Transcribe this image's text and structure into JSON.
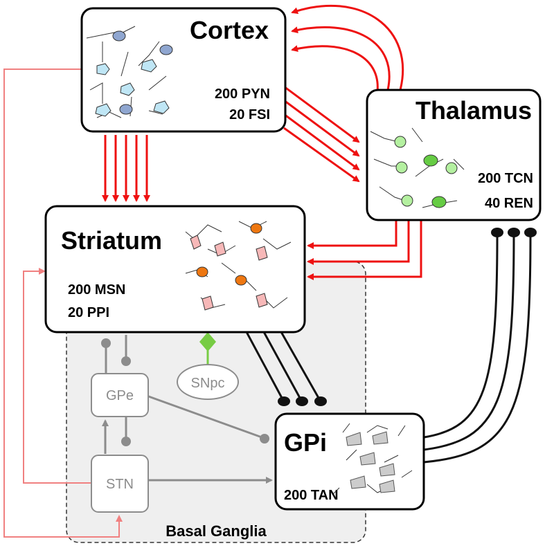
{
  "regions": {
    "cortex": {
      "title": "Cortex",
      "counts": [
        "200 PYN",
        "20 FSI"
      ]
    },
    "thalamus": {
      "title": "Thalamus",
      "counts": [
        "200 TCN",
        "40 REN"
      ]
    },
    "striatum": {
      "title": "Striatum",
      "counts": [
        "200 MSN",
        "20 PPI"
      ]
    },
    "gpi": {
      "title": "GPi",
      "counts": [
        "200 TAN"
      ]
    },
    "gpe": {
      "title": "GPe"
    },
    "stn": {
      "title": "STN"
    },
    "snpc": {
      "title": "SNpc"
    },
    "basal_ganglia": {
      "title": "Basal Ganglia"
    }
  },
  "colors": {
    "excitatory_main": "#ee1111",
    "excitatory_light": "#f08080",
    "inhibitory": "#111111",
    "internal_gray": "#8c8c8c",
    "dopamine": "#77cc44",
    "pyramidal_cell": "#bfe6f5",
    "fsi_cell": "#8fa6d0",
    "thalamic_cell": "#b4f0a0",
    "reticular_cell": "#66cc44",
    "msn_cell": "#f7b8b8",
    "interneuron_cell": "#ee7711",
    "tan_cell": "#cccccc",
    "basal_ganglia_fill": "#efefef"
  }
}
